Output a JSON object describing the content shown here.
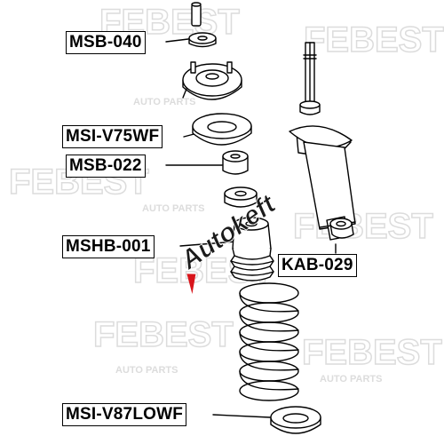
{
  "parts": [
    {
      "id": "MSB-040"
    },
    {
      "id": "MSI-V75WF"
    },
    {
      "id": "MSB-022"
    },
    {
      "id": "MSHB-001"
    },
    {
      "id": "KAB-029"
    },
    {
      "id": "MSI-V87LOWF"
    }
  ],
  "watermarks": {
    "brand": "FEBEST",
    "sub": "AUTO PARTS",
    "stamp": "Autokeft"
  },
  "colors": {
    "line": "#000000",
    "watermark": "#dcdcdc",
    "stamp_red": "#d8151b",
    "stamp_dark": "#1a1a1a"
  }
}
